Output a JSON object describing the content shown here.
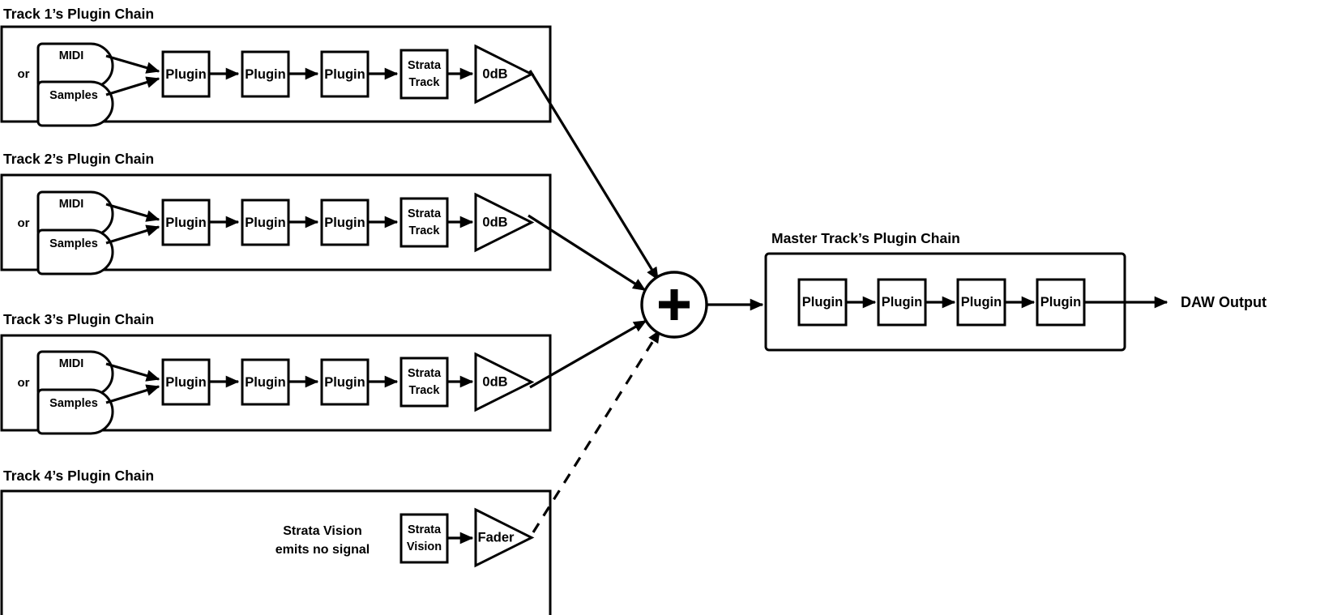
{
  "diagram": {
    "title_semantic": "daw-signal-flow-diagram",
    "colors": {
      "stroke": "#000000",
      "background": "#ffffff",
      "text": "#000000"
    },
    "tracks": [
      {
        "heading": "Track 1’s Plugin Chain",
        "or_label": "or",
        "sources": [
          "MIDI",
          "Samples"
        ],
        "chain": [
          "Plugin",
          "Plugin",
          "Plugin",
          "Strata Track"
        ],
        "fader": "0dB"
      },
      {
        "heading": "Track 2’s Plugin Chain",
        "or_label": "or",
        "sources": [
          "MIDI",
          "Samples"
        ],
        "chain": [
          "Plugin",
          "Plugin",
          "Plugin",
          "Strata Track"
        ],
        "fader": "0dB"
      },
      {
        "heading": "Track 3’s Plugin Chain",
        "or_label": "or",
        "sources": [
          "MIDI",
          "Samples"
        ],
        "chain": [
          "Plugin",
          "Plugin",
          "Plugin",
          "Strata Track"
        ],
        "fader": "0dB"
      },
      {
        "heading": "Track 4’s Plugin Chain",
        "note": "Strata Vision\nemits no signal",
        "note_line1": "Strata Vision",
        "note_line2": "emits no signal",
        "chain": [
          "Strata Vision"
        ],
        "fader": "Fader"
      }
    ],
    "summing_node": {
      "label": "+",
      "icon": "plus-icon"
    },
    "master": {
      "heading": "Master Track’s Plugin Chain",
      "chain": [
        "Plugin",
        "Plugin",
        "Plugin",
        "Plugin"
      ]
    },
    "output": {
      "label": "DAW Output"
    },
    "node_labels": {
      "strata_track_line1": "Strata",
      "strata_track_line2": "Track",
      "strata_vision_line1": "Strata",
      "strata_vision_line2": "Vision"
    }
  }
}
